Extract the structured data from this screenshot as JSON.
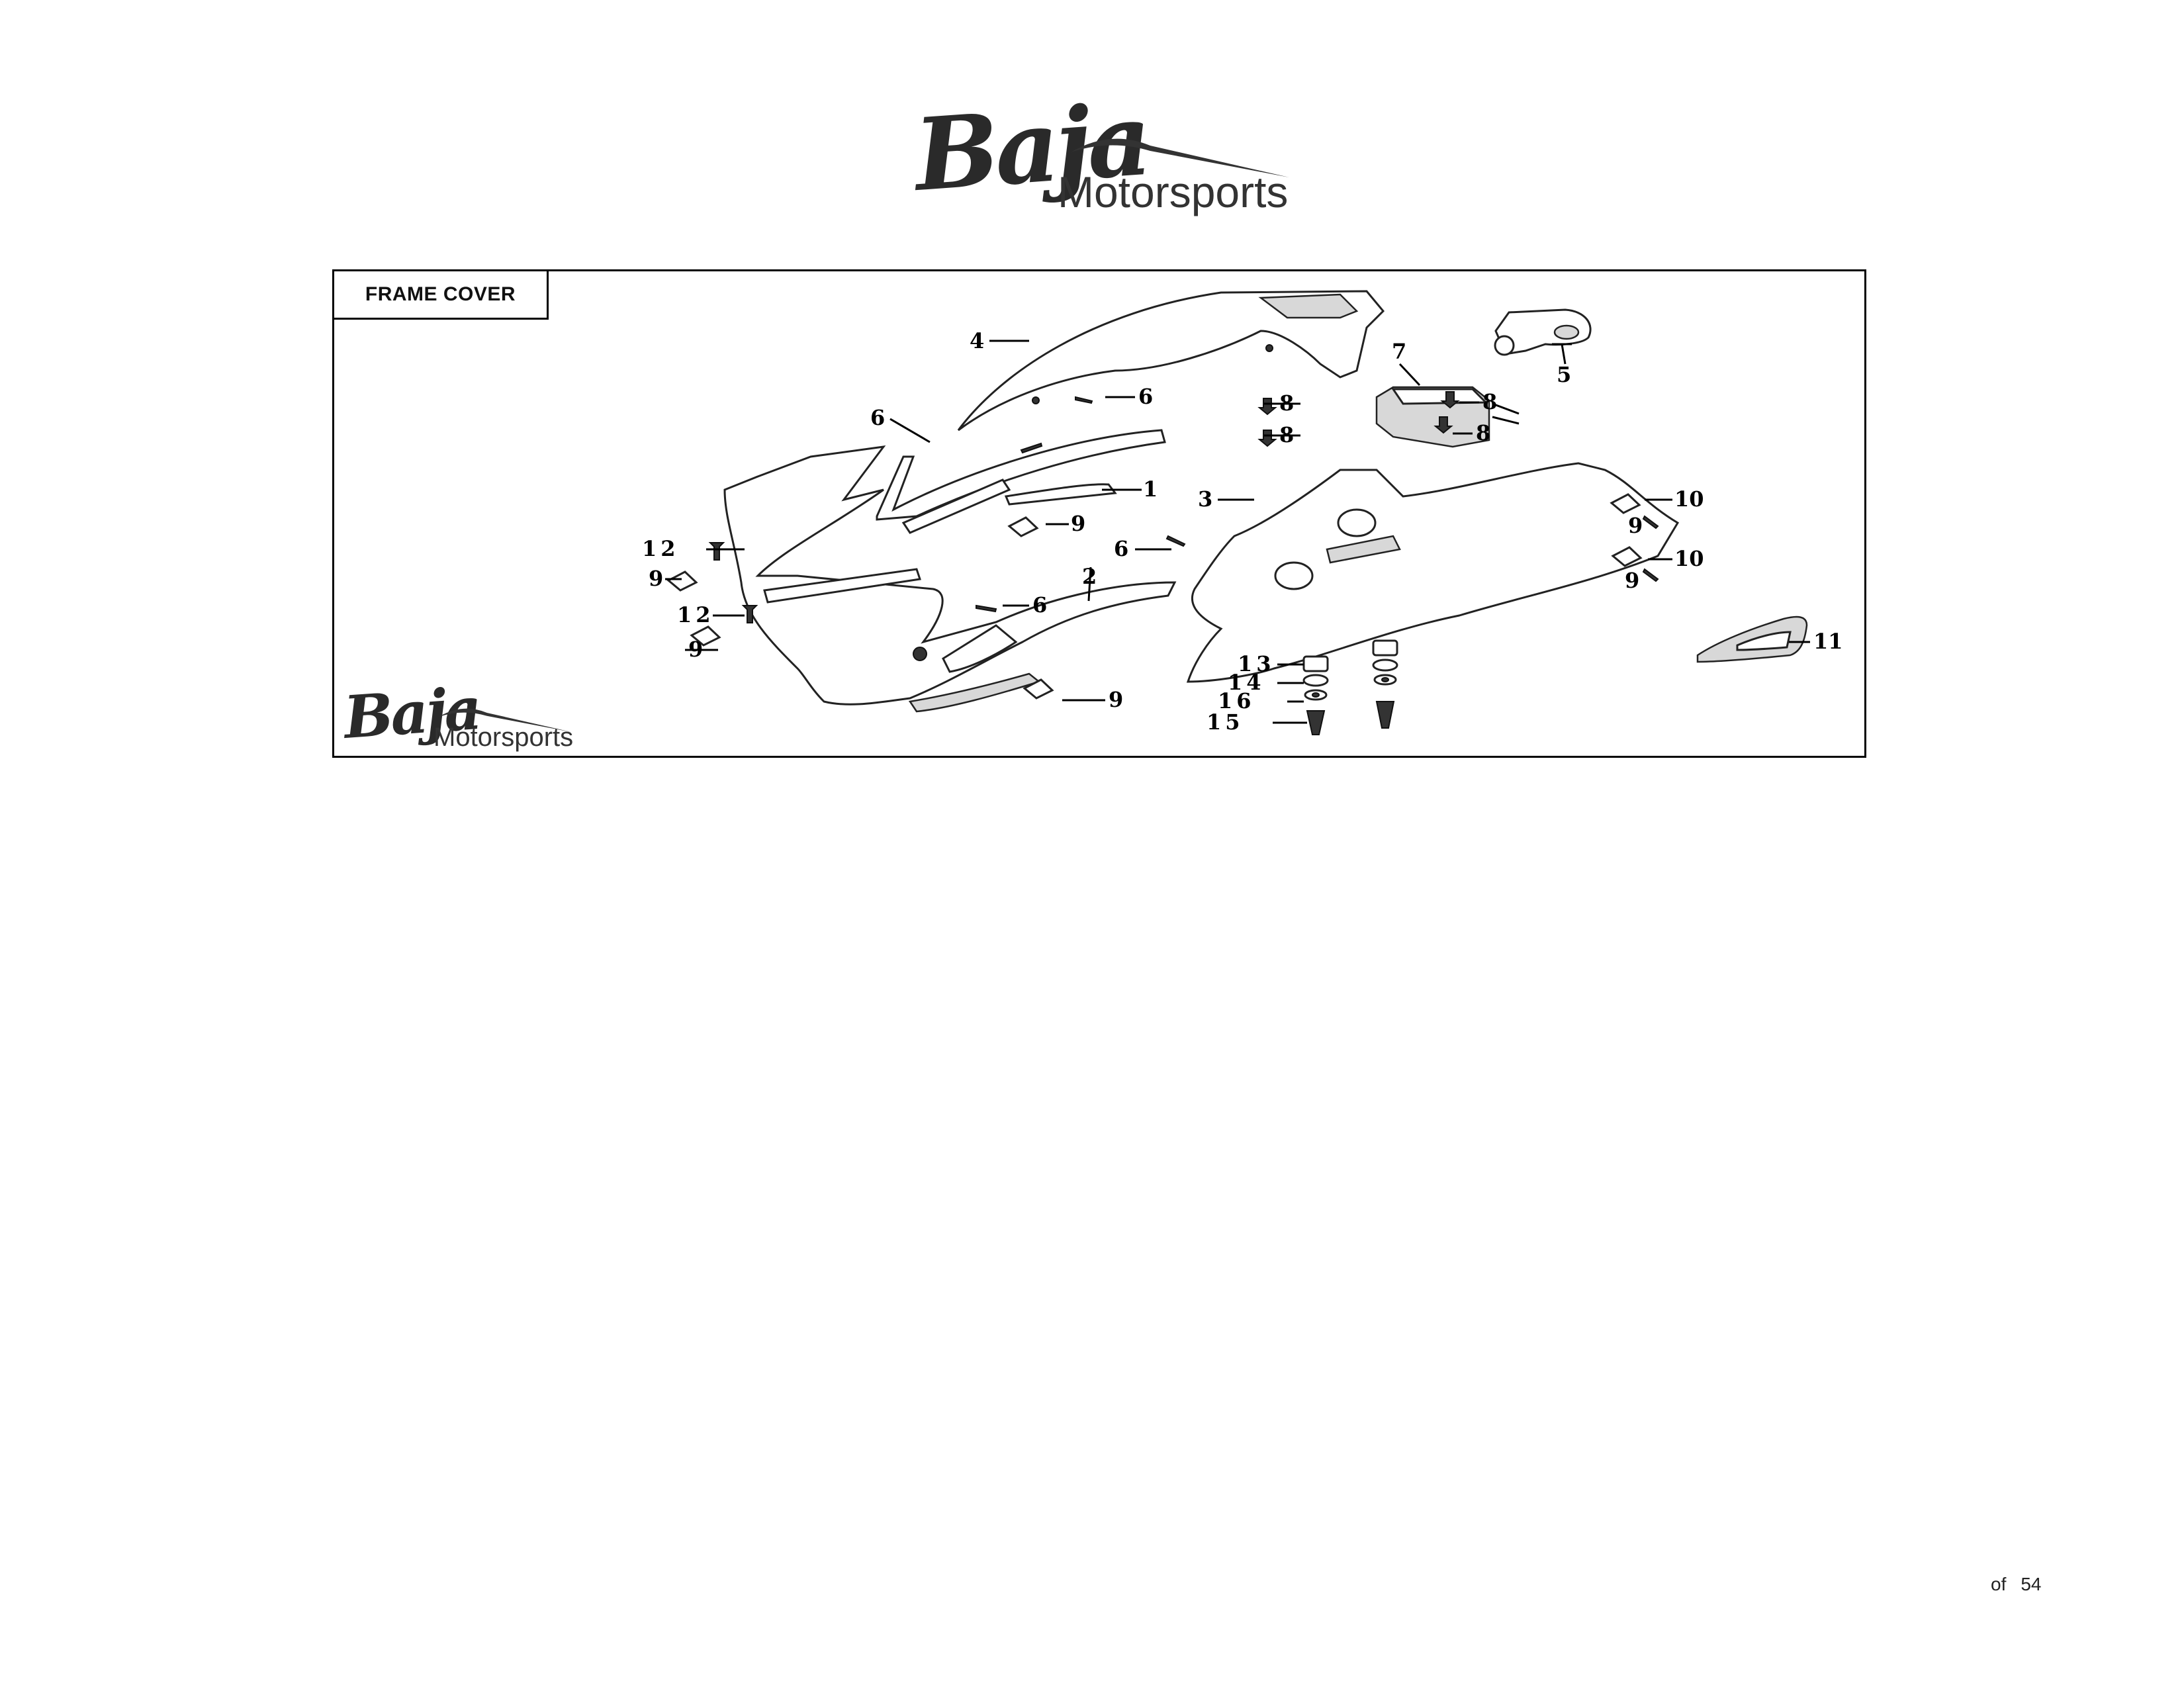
{
  "brand": {
    "name": "Baja",
    "sub": "Motorsports"
  },
  "section": {
    "title": "FRAME COVER"
  },
  "callouts": [
    {
      "id": "c1",
      "label": "1"
    },
    {
      "id": "c2",
      "label": "2"
    },
    {
      "id": "c3",
      "label": "3"
    },
    {
      "id": "c4",
      "label": "4"
    },
    {
      "id": "c5",
      "label": "5"
    },
    {
      "id": "c6a",
      "label": "6"
    },
    {
      "id": "c6b",
      "label": "6"
    },
    {
      "id": "c6c",
      "label": "6"
    },
    {
      "id": "c6d",
      "label": "6"
    },
    {
      "id": "c7",
      "label": "7"
    },
    {
      "id": "c8a",
      "label": "8"
    },
    {
      "id": "c8b",
      "label": "8"
    },
    {
      "id": "c8c",
      "label": "8"
    },
    {
      "id": "c8d",
      "label": "8"
    },
    {
      "id": "c9a",
      "label": "9"
    },
    {
      "id": "c9b",
      "label": "9"
    },
    {
      "id": "c9c",
      "label": "9"
    },
    {
      "id": "c9d",
      "label": "9"
    },
    {
      "id": "c9e",
      "label": "9"
    },
    {
      "id": "c9f",
      "label": "9"
    },
    {
      "id": "c10a",
      "label": "10"
    },
    {
      "id": "c10b",
      "label": "10"
    },
    {
      "id": "c11",
      "label": "11"
    },
    {
      "id": "c12a",
      "label": "12"
    },
    {
      "id": "c12b",
      "label": "12"
    },
    {
      "id": "c13",
      "label": "13"
    },
    {
      "id": "c14",
      "label": "14"
    },
    {
      "id": "c15",
      "label": "15"
    },
    {
      "id": "c16",
      "label": "16"
    }
  ],
  "footer": {
    "of": "of",
    "total_pages": "54"
  }
}
